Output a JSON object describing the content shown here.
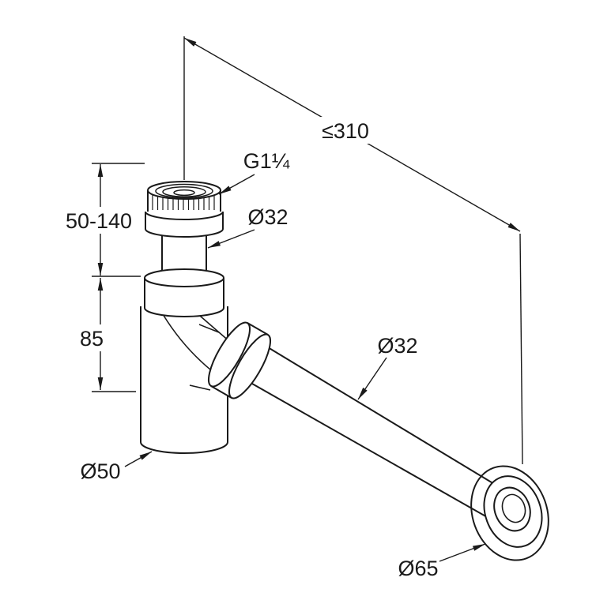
{
  "drawing": {
    "background_color": "#ffffff",
    "line_color": "#1a1a1a",
    "labels": {
      "total_length": "≤310",
      "thread_size": "G1¼",
      "inlet_diameter": "Ø32",
      "inlet_height_range": "50-140",
      "body_height": "85",
      "outlet_diameter": "Ø32",
      "body_diameter": "Ø50",
      "rosette_diameter": "Ø65"
    }
  }
}
